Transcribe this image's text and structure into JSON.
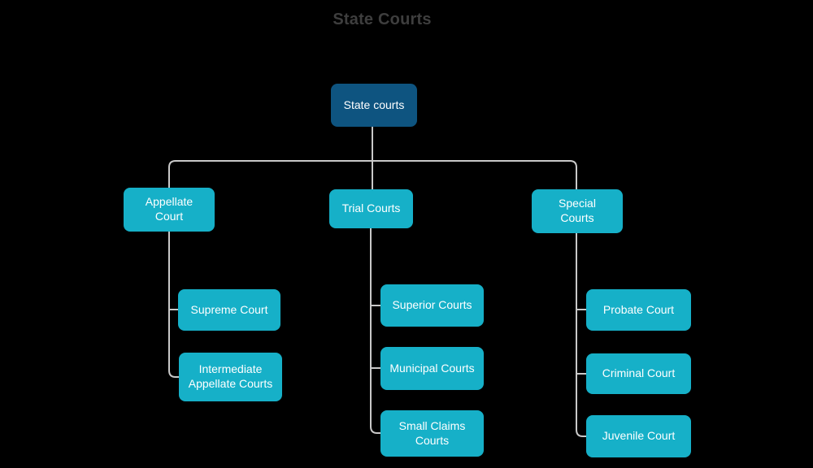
{
  "title": "State Courts",
  "colors": {
    "background": "#000000",
    "title_text": "#3e3e3e",
    "root_fill": "#0e5480",
    "node_fill": "#16b0c8",
    "node_text": "#ffffff",
    "connector": "#c9c9c9"
  },
  "nodes": {
    "root": {
      "label": "State courts"
    },
    "branches": [
      {
        "label": "Appellate Court",
        "children": [
          {
            "label": "Supreme Court"
          },
          {
            "label": "Intermediate Appellate Courts"
          }
        ]
      },
      {
        "label": "Trial Courts",
        "children": [
          {
            "label": "Superior Courts"
          },
          {
            "label": "Municipal Courts"
          },
          {
            "label": "Small Claims Courts"
          }
        ]
      },
      {
        "label": "Special Courts",
        "children": [
          {
            "label": "Probate Court"
          },
          {
            "label": "Criminal Court"
          },
          {
            "label": "Juvenile Court"
          }
        ]
      }
    ]
  }
}
